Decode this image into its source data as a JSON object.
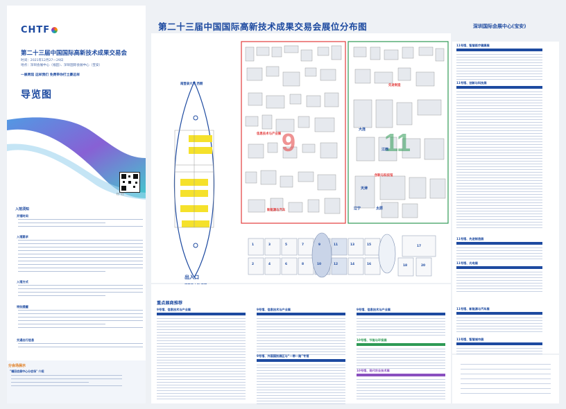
{
  "header": {
    "logo": "CHTF",
    "expo_title": "第二十三届中国国际高新技术成果交易会",
    "time_line": "时间：2021年12月27—29日",
    "venue_line": "地点：深圳会展中心（福田）、深圳国际会展中心（宝安）",
    "slogan": "一展两馆 这样我们 免费带你打土豪这样",
    "guide_title": "导览图",
    "qr_label": "扫一扫"
  },
  "map": {
    "main_title": "第二十三届中国国际高新技术成果交易会展位分布图",
    "venue": "深圳国际会展中心(宝安)",
    "hall9": "9",
    "hall11": "11",
    "entrance_label": "出入口",
    "west_label": "南登录大厅 西侧",
    "west_label2": "南登录大厅 西侧",
    "dalian": "大连",
    "jiangxi": "江西",
    "tianjin": "天津",
    "liaoning": "辽宁",
    "taiyuan": "太原",
    "hall_numbers": [
      "1",
      "3",
      "5",
      "7",
      "9",
      "11",
      "13",
      "15",
      "2",
      "4",
      "6",
      "8",
      "10",
      "12",
      "14",
      "16",
      "17",
      "18",
      "20"
    ],
    "red_labels": [
      "信息技术与产业展",
      "先进制造",
      "创新与科技馆",
      "新能源与汽车"
    ]
  },
  "left": {
    "entry_title": "入馆须知",
    "open_time": "开馆时间",
    "entry_notes": "入馆要求",
    "ticket_info": "入馆方式",
    "reminder": "特别提醒",
    "transport": "交通出行信息",
    "footer_title": "分会场展示",
    "footer_sub": "\"福田会展中心分会场\" 介绍"
  },
  "right_lists": [
    "11号馆、智慧医疗健康展",
    "11号馆、创新与科技展",
    "11号馆、先进制造展",
    "11号馆、光电展",
    "11号馆、新能源与汽车展",
    "11号馆、智慧城市展"
  ],
  "key": {
    "title": "重点展商推荐",
    "g1": "9号馆、信息技术与产业展",
    "g2": "9号馆、信息技术与产业展",
    "g3": "9号馆、外国国别展区与“一带一路”专馆",
    "g4": "9号馆、信息技术与产业展",
    "g5": "10号馆、节能与环保展",
    "g6": "10号馆、现代农业技术展"
  },
  "colors": {
    "primary": "#1d4aa0",
    "accent": "#e07a1a",
    "hall_red": "#e23b3b",
    "hall_green": "#2e9a55",
    "yellow": "#f5e12b"
  }
}
